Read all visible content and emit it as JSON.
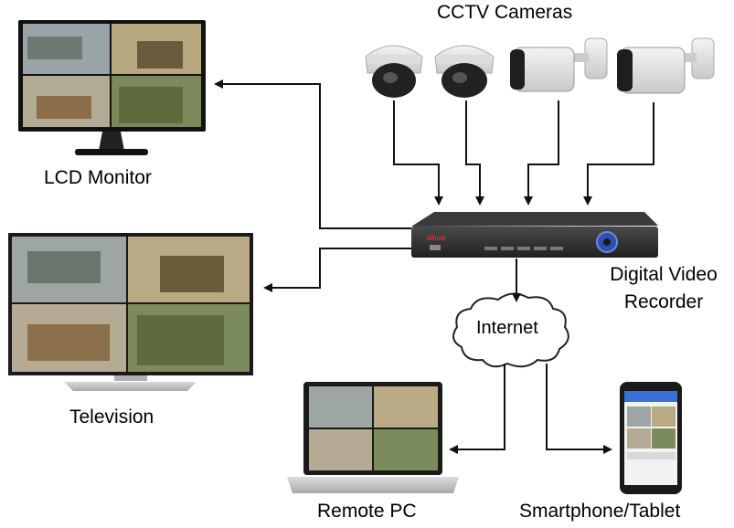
{
  "labels": {
    "cameras": "CCTV Cameras",
    "lcd_monitor": "LCD Monitor",
    "television": "Television",
    "dvr_line1": "Digital Video",
    "dvr_line2": "Recorder",
    "internet": "Internet",
    "remote_pc": "Remote PC",
    "smartphone": "Smartphone/Tablet",
    "dvr_brand": "alhua"
  },
  "colors": {
    "arrow": "#111111",
    "device_dark": "#1c1c1c",
    "camera_white": "#e8e8e8",
    "dvr_body": "#2a2a2a",
    "screen_blue": "#3a6fd8"
  }
}
